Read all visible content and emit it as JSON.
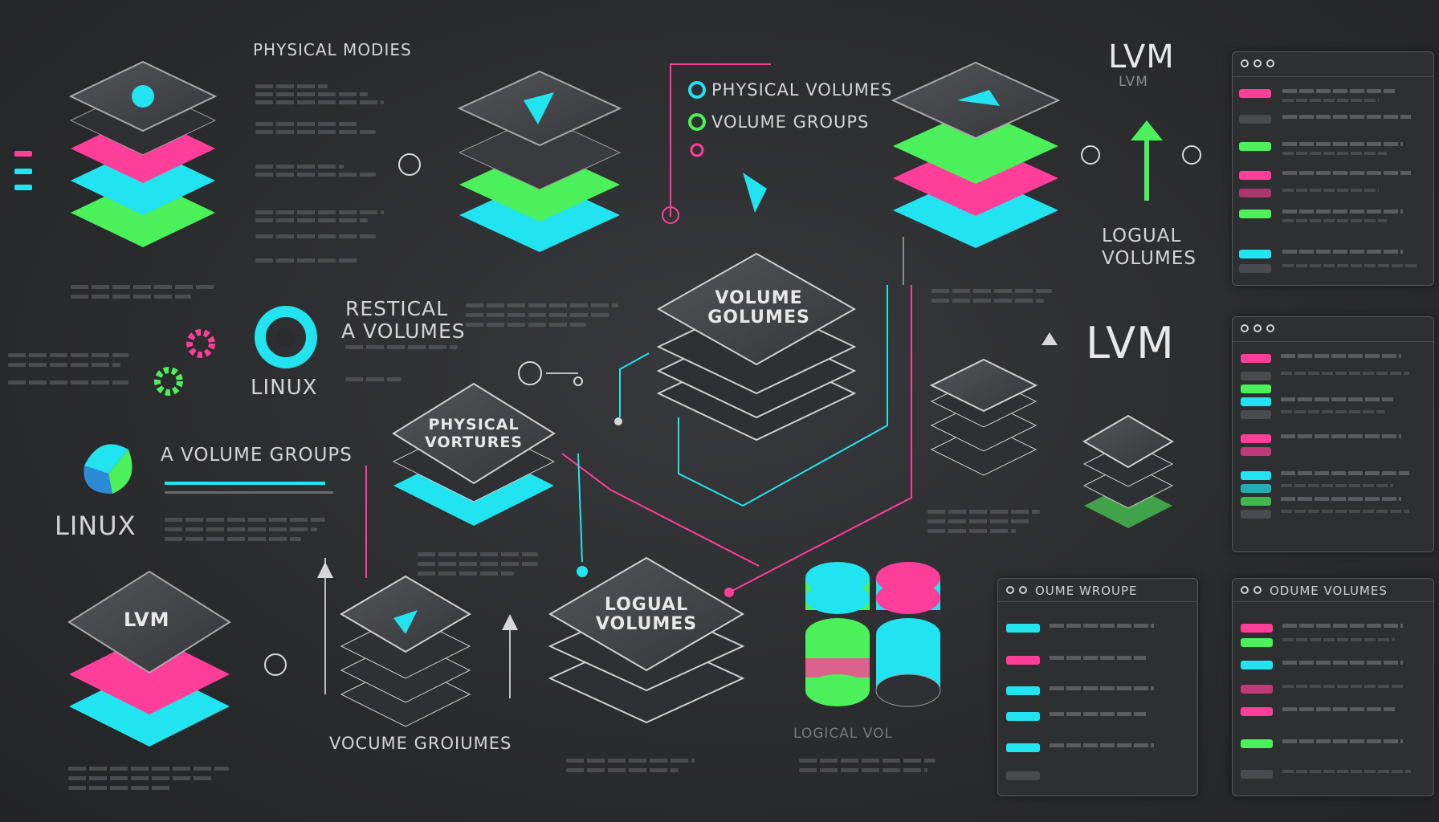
{
  "labels": {
    "physical_modies": "PHYSICAL MODIES",
    "legend_pv": "PHYSICAL VOLUMES",
    "legend_vg": "VOLUME GROUPS",
    "lvm_top": "LVM",
    "lvm_top_sub": "LVM",
    "logical_volumes_right": "LOGUAL VOLUMES",
    "restical": "RESTICAL",
    "a_volumes": "A VOLUMES",
    "linux_1": "LINUX",
    "volume_golumes": "VOLUME GOLUMES",
    "lvm_mid": "LVM",
    "a_volume_groups": "A VOLUME GROUPS",
    "linux_2": "LINUX",
    "physical_vortures": "PHYSICAL VORTURES",
    "lvm_stack": "LVM",
    "logual_volumes": "LOGUAL VOLUMES",
    "vocume_groiumes": "VOCUME GROIUMES",
    "logical_vol": "LOGICAL VOL",
    "panel_oume_wroupe": "OUME WROUPE",
    "panel_odume_volumes": "ODUME VOLUMES"
  },
  "colors": {
    "pink": "#ff3e9a",
    "cyan": "#22e3f0",
    "green": "#4cf05a",
    "slab": "#3d3e41",
    "line": "#8c8d90"
  }
}
